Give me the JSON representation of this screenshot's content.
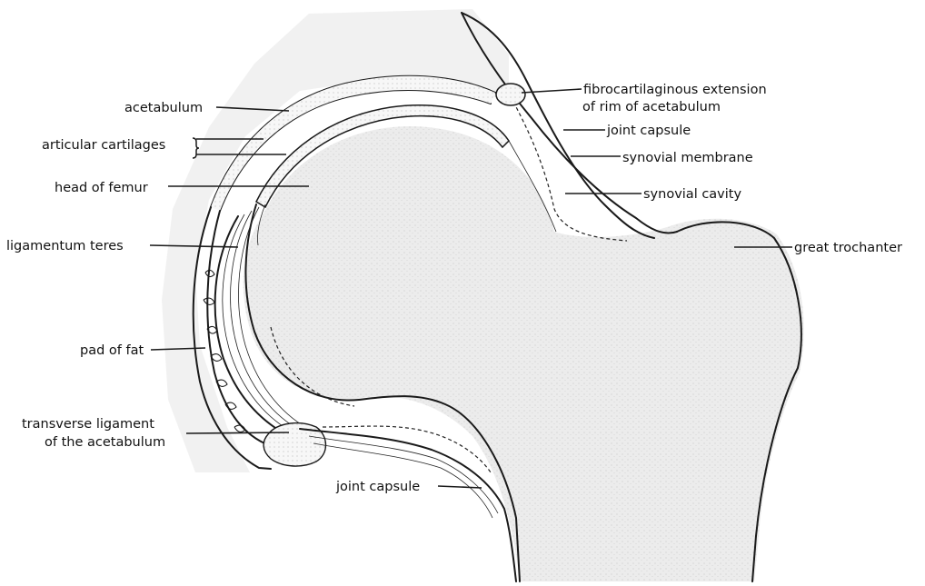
{
  "colors": {
    "background": "#ffffff",
    "bone_stipple": "#e9e9e9",
    "cartilage": "#f4f4f4",
    "line": "#1a1a1a"
  },
  "labels": {
    "acetabulum": "acetabulum",
    "articular_cartilages": "articular cartilages",
    "head_of_femur": "head of femur",
    "ligamentum_teres": "ligamentum teres",
    "pad_of_fat": "pad of fat",
    "transverse_ligament_line1": "transverse ligament",
    "transverse_ligament_line2": "of the acetabulum",
    "fibrocartilaginous_line1": "fibrocartilaginous extension",
    "fibrocartilaginous_line2": "of rim of acetabulum",
    "joint_capsule_upper": "joint capsule",
    "synovial_membrane": "synovial membrane",
    "synovial_cavity": "synovial cavity",
    "great_trochanter": "great trochanter",
    "joint_capsule_lower": "joint capsule"
  }
}
